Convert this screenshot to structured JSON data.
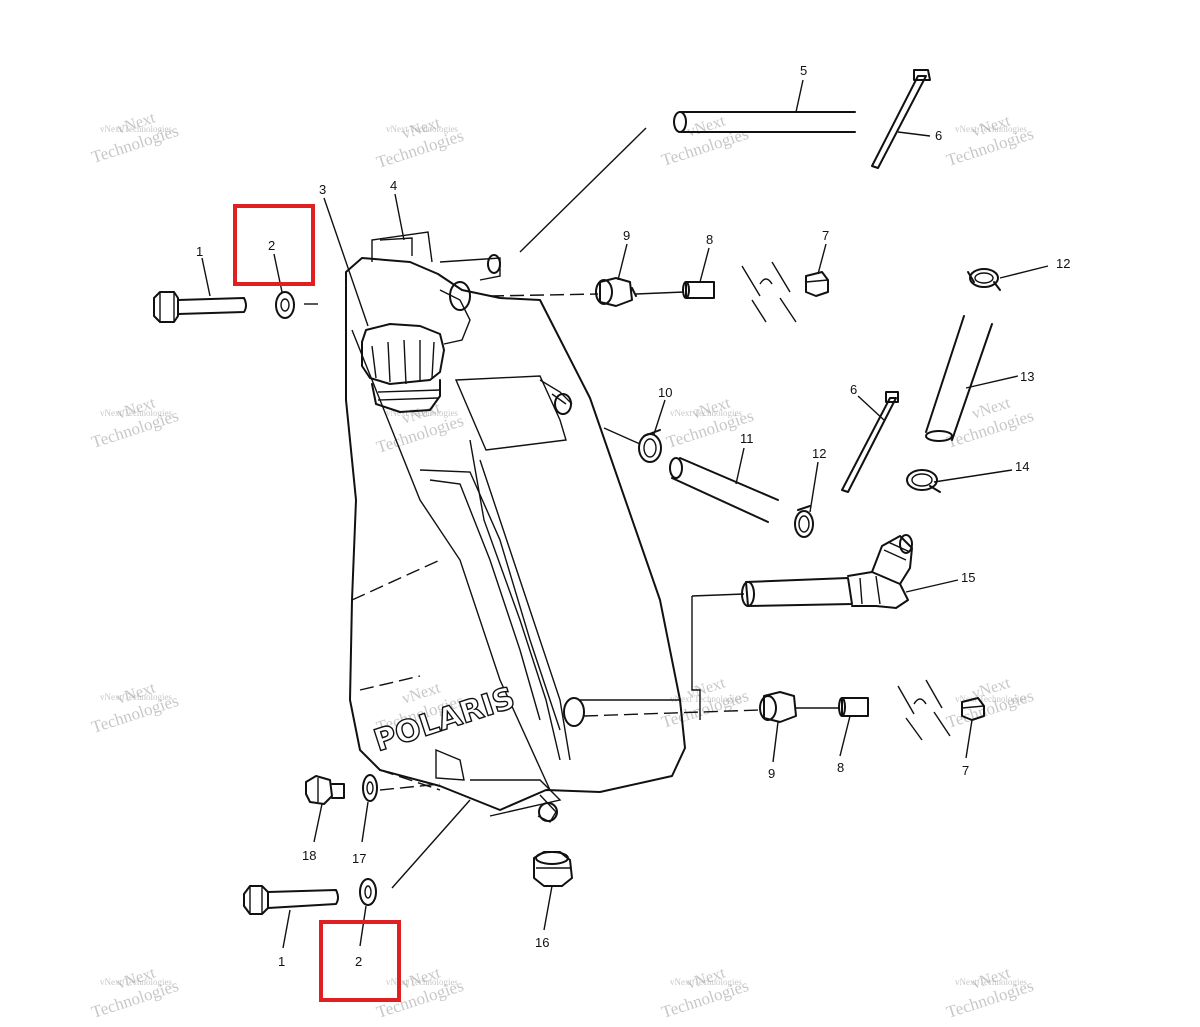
{
  "diagram": {
    "callouts": [
      {
        "id": "c1a",
        "text": "1"
      },
      {
        "id": "c2a",
        "text": "2"
      },
      {
        "id": "c3",
        "text": "3"
      },
      {
        "id": "c4",
        "text": "4"
      },
      {
        "id": "c5",
        "text": "5"
      },
      {
        "id": "c6a",
        "text": "6"
      },
      {
        "id": "c9a",
        "text": "9"
      },
      {
        "id": "c8a",
        "text": "8"
      },
      {
        "id": "c7a",
        "text": "7"
      },
      {
        "id": "c12a",
        "text": "12"
      },
      {
        "id": "c13",
        "text": "13"
      },
      {
        "id": "c10",
        "text": "10"
      },
      {
        "id": "c11",
        "text": "11"
      },
      {
        "id": "c6b",
        "text": "6"
      },
      {
        "id": "c12b",
        "text": "12"
      },
      {
        "id": "c14",
        "text": "14"
      },
      {
        "id": "c15",
        "text": "15"
      },
      {
        "id": "c9b",
        "text": "9"
      },
      {
        "id": "c8b",
        "text": "8"
      },
      {
        "id": "c7b",
        "text": "7"
      },
      {
        "id": "c18",
        "text": "18"
      },
      {
        "id": "c17",
        "text": "17"
      },
      {
        "id": "c16",
        "text": "16"
      },
      {
        "id": "c1b",
        "text": "1"
      },
      {
        "id": "c2b",
        "text": "2"
      }
    ],
    "logo_text": "POLARIS",
    "watermark": {
      "line1": "vNext",
      "line2": "Technologies",
      "small": "vNext Technologies"
    },
    "highlight_color": "#e02020"
  }
}
